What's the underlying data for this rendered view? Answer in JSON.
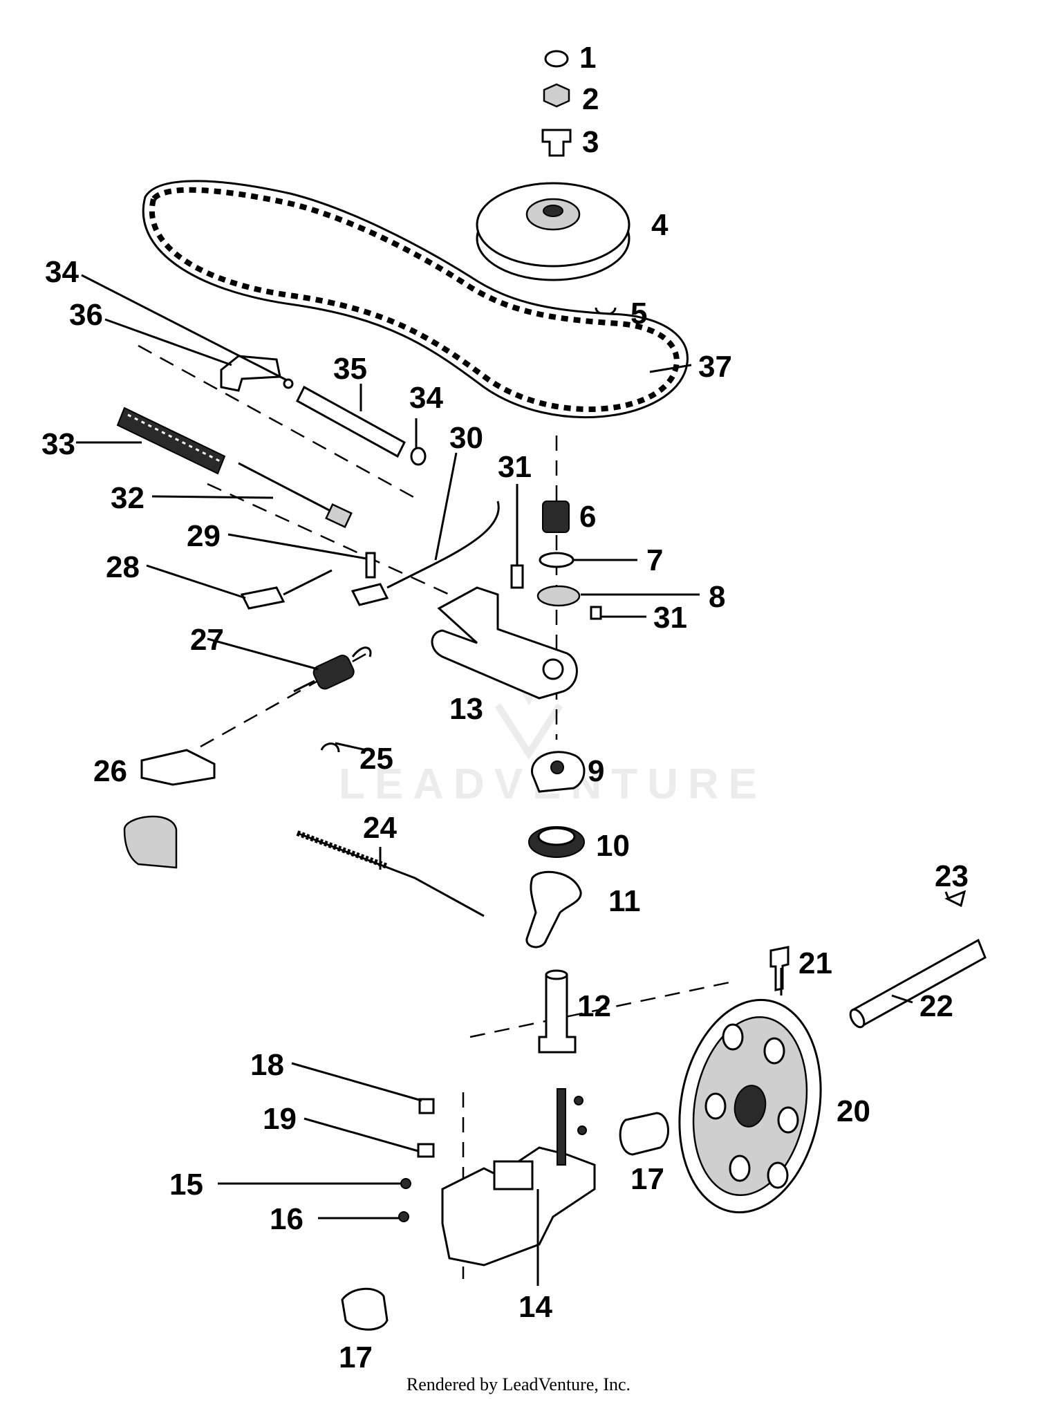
{
  "watermark": "LEADVENTURE",
  "footer": "Rendered by LeadVenture, Inc.",
  "callouts": {
    "p1": "1",
    "p2": "2",
    "p3": "3",
    "p4": "4",
    "p5": "5",
    "p6": "6",
    "p7": "7",
    "p8": "8",
    "p9": "9",
    "p10": "10",
    "p11": "11",
    "p12": "12",
    "p13": "13",
    "p14": "14",
    "p15": "15",
    "p16": "16",
    "p17a": "17",
    "p17b": "17",
    "p18": "18",
    "p19": "19",
    "p20": "20",
    "p21": "21",
    "p22": "22",
    "p23": "23",
    "p24": "24",
    "p25": "25",
    "p26": "26",
    "p27": "27",
    "p28": "28",
    "p29": "29",
    "p30": "30",
    "p31a": "31",
    "p31b": "31",
    "p32": "32",
    "p33": "33",
    "p34a": "34",
    "p34b": "34",
    "p35": "35",
    "p36": "36",
    "p37": "37"
  }
}
